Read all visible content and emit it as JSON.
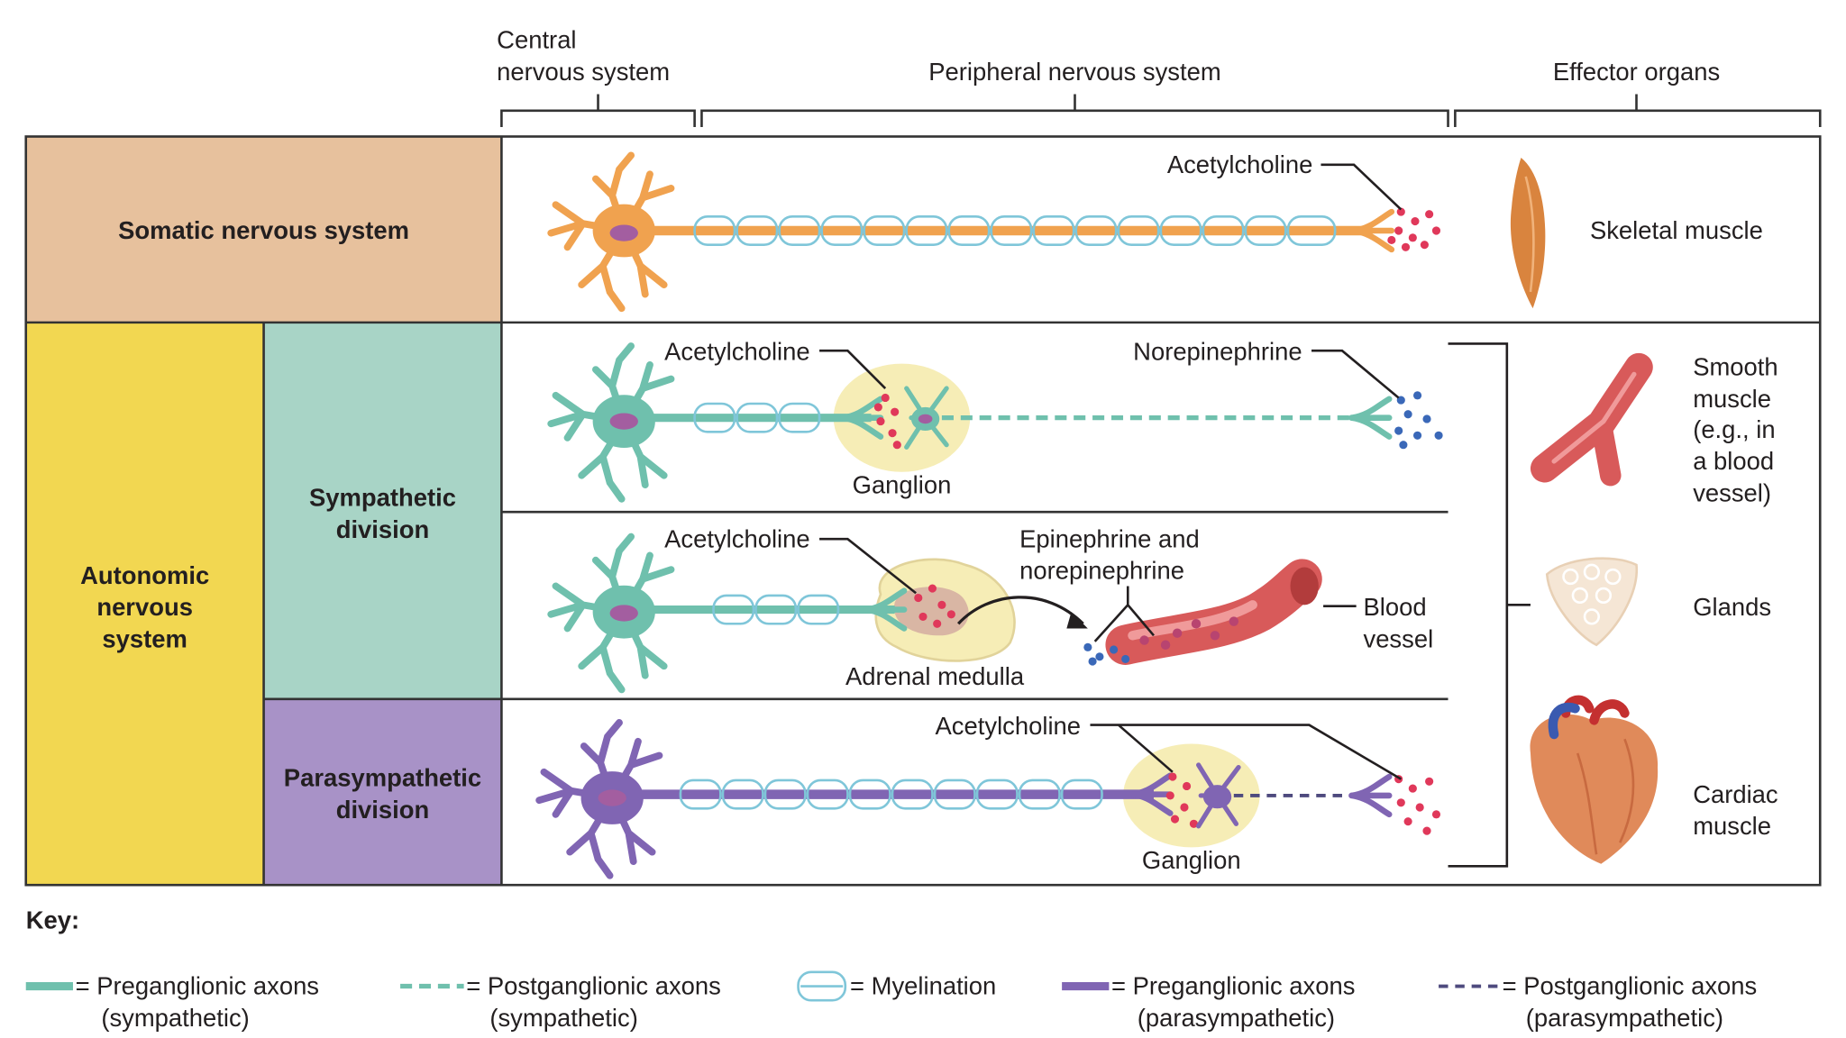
{
  "headers": {
    "cns_line1": "Central",
    "cns_line2": "nervous system",
    "pns": "Peripheral nervous system",
    "effectors": "Effector organs"
  },
  "rows": {
    "somatic": "Somatic nervous system",
    "autonomic_l1": "Autonomic",
    "autonomic_l2": "nervous",
    "autonomic_l3": "system",
    "sympathetic_l1": "Sympathetic",
    "sympathetic_l2": "division",
    "parasympathetic_l1": "Parasympathetic",
    "parasympathetic_l2": "division"
  },
  "labels": {
    "acetylcholine": "Acetylcholine",
    "norepinephrine": "Norepinephrine",
    "ganglion": "Ganglion",
    "epi_l1": "Epinephrine and",
    "epi_l2": "norepinephrine",
    "adrenal_medulla": "Adrenal medulla",
    "blood_l1": "Blood",
    "blood_l2": "vessel"
  },
  "effectors": {
    "skeletal": "Skeletal muscle",
    "smooth_l1": "Smooth",
    "smooth_l2": "muscle",
    "smooth_l3": "(e.g., in",
    "smooth_l4": "a blood",
    "smooth_l5": "vessel)",
    "glands": "Glands",
    "cardiac_l1": "Cardiac",
    "cardiac_l2": "muscle"
  },
  "key": {
    "title": "Key:",
    "items": [
      {
        "l1": "= Preganglionic axons",
        "l2": "(sympathetic)"
      },
      {
        "l1": "= Postganglionic axons",
        "l2": "(sympathetic)"
      },
      {
        "l1": "= Myelination",
        "l2": ""
      },
      {
        "l1": "= Preganglionic axons",
        "l2": "(parasympathetic)"
      },
      {
        "l1": "= Postganglionic axons",
        "l2": "(parasympathetic)"
      }
    ]
  },
  "colors": {
    "somatic_fill": "#e7c19d",
    "autonomic_fill": "#f2d751",
    "sympathetic_fill": "#a8d4c6",
    "parasympathetic_fill": "#a892c7",
    "somatic_neuron": "#f0a24f",
    "sympathetic_neuron": "#6fc0ad",
    "parasympathetic_neuron": "#8065b3",
    "myelin": "#7fc6d9",
    "ganglion_fill": "#f6edb6",
    "acetylcholine_dot": "#e0385a",
    "norepinephrine_dot": "#3a68b8",
    "vessel": "#d85a5a"
  }
}
